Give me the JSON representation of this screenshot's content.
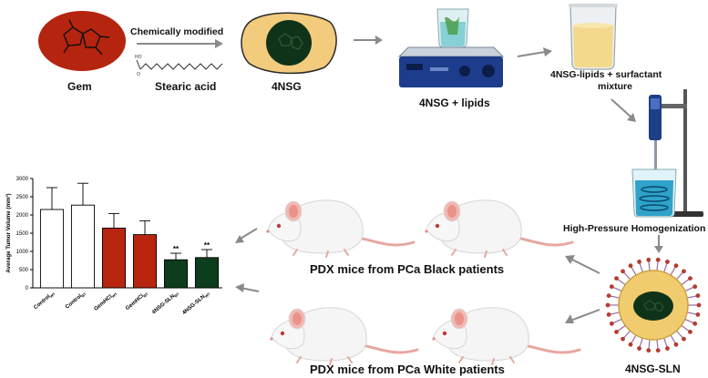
{
  "labels": {
    "gem": "Gem",
    "chem_mod": "Chemically modified",
    "stearic": "Stearic acid",
    "nsg": "4NSG",
    "nsg_lipids": "4NSG + lipids",
    "mixture_l1": "4NSG-lipids + surfactant",
    "mixture_l2": "mixture",
    "hph": "High-Pressure Homogenization",
    "sln": "4NSG-SLN",
    "pdx_black": "PDX mice from PCa Black patients",
    "pdx_white": "PDX mice from PCa White patients"
  },
  "chart_data": {
    "type": "bar",
    "ylabel": "Average Tumor Volume (mm³)",
    "ylim": [
      0,
      3000
    ],
    "yticks": [
      0,
      500,
      1000,
      1500,
      2000,
      2500,
      3000
    ],
    "categories": [
      {
        "base": "Control",
        "sub": "WT"
      },
      {
        "base": "Control",
        "sub": "BT"
      },
      {
        "base": "GemHCl",
        "sub": "WT"
      },
      {
        "base": "GemHCl",
        "sub": "BT"
      },
      {
        "base": "4NSG-SLN",
        "sub": "BT"
      },
      {
        "base": "4NSG-SLN",
        "sub": "WT"
      }
    ],
    "values": [
      2150,
      2270,
      1640,
      1460,
      770,
      830
    ],
    "errors": [
      600,
      600,
      400,
      380,
      180,
      220
    ],
    "fills": [
      "#ffffff",
      "#ffffff",
      "#b8250f",
      "#b8250f",
      "#0c3d1c",
      "#0c3d1c"
    ],
    "annotations": [
      "",
      "",
      "",
      "",
      "**",
      "**"
    ]
  }
}
